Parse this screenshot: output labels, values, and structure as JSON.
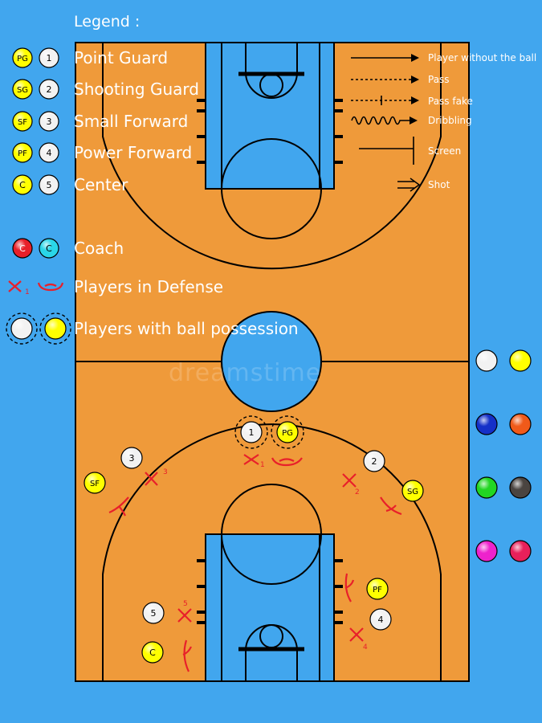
{
  "legend": {
    "title": "Legend :",
    "roles": [
      {
        "abbr": "PG",
        "num": "1",
        "name": "Point Guard"
      },
      {
        "abbr": "SG",
        "num": "2",
        "name": "Shooting Guard"
      },
      {
        "abbr": "SF",
        "num": "3",
        "name": "Small Forward"
      },
      {
        "abbr": "PF",
        "num": "4",
        "name": "Power Forward"
      },
      {
        "abbr": "C",
        "num": "5",
        "name": "Center"
      }
    ],
    "coach": {
      "label": "Coach",
      "token": "C"
    },
    "defense": {
      "label": "Players in Defense",
      "token": "1"
    },
    "possession": {
      "label": "Players with ball possession"
    },
    "symbols": {
      "move": "Player without the ball",
      "pass": "Pass",
      "pass_fake": "Pass fake",
      "dribble": "Dribbling",
      "screen": "Screen",
      "shot": "Shot"
    }
  },
  "court": {
    "defenders": [
      "1",
      "2",
      "3",
      "4",
      "5"
    ],
    "offense": [
      {
        "token": "1"
      },
      {
        "token": "PG"
      },
      {
        "token": "2"
      },
      {
        "token": "SG"
      },
      {
        "token": "3"
      },
      {
        "token": "SF"
      },
      {
        "token": "PF"
      },
      {
        "token": "4"
      },
      {
        "token": "5"
      },
      {
        "token": "C"
      }
    ]
  },
  "watermark": "dreamstime",
  "colors": {
    "background": "#41a6ee",
    "court": "#ef9a3a",
    "paint": "#41a6ee",
    "defense": "#e8202a",
    "yellow": "#ffff00",
    "white": "#f2f2f2",
    "palette": [
      "#f2f2f2",
      "#ffff00",
      "#1530c8",
      "#f05a1a",
      "#22d622",
      "#4a4440",
      "#ee22cc",
      "#e8205a"
    ]
  }
}
